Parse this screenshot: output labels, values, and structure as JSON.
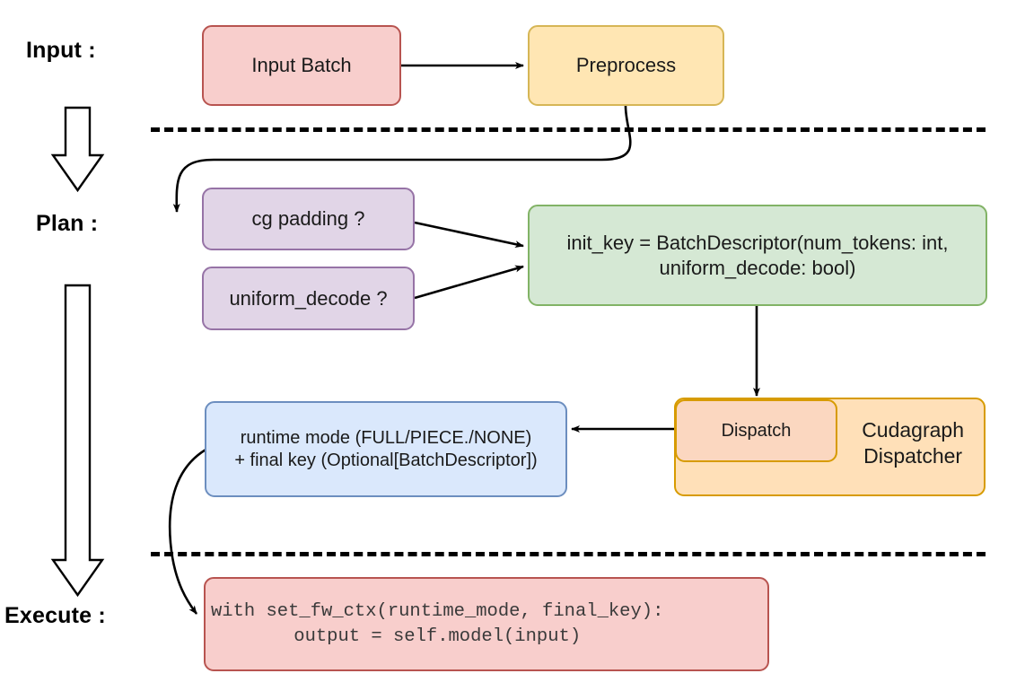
{
  "diagram": {
    "title": "vLLM cudagraph dispatch pipeline",
    "stages": [
      {
        "id": "input",
        "label": "Input :"
      },
      {
        "id": "plan",
        "label": "Plan :"
      },
      {
        "id": "execute",
        "label": "Execute :"
      }
    ],
    "nodes": {
      "input_batch": {
        "label": "Input Batch",
        "fill": "#f8cecc",
        "stroke": "#b85450"
      },
      "preprocess": {
        "label": "Preprocess",
        "fill": "#ffe6b3",
        "stroke": "#d6b656"
      },
      "cg_padding": {
        "label": "cg padding ?",
        "fill": "#e1d5e7",
        "stroke": "#9673a6"
      },
      "uniform_decode": {
        "label": "uniform_decode ?",
        "fill": "#e1d5e7",
        "stroke": "#9673a6"
      },
      "init_key": {
        "label": "init_key = BatchDescriptor(num_tokens: int,\nuniform_decode: bool)",
        "fill": "#d5e8d4",
        "stroke": "#82b366"
      },
      "runtime_mode": {
        "label": "runtime mode (FULL/PIECE./NONE)\n+ final key (Optional[BatchDescriptor])",
        "fill": "#dae8fc",
        "stroke": "#6c8ebf"
      },
      "cudagraph_dispatcher": {
        "label": "Cudagraph\nDispatcher",
        "fill": "#ffe0b8",
        "stroke": "#d79b00"
      },
      "dispatch": {
        "label": "Dispatch",
        "fill": "#fbd7c0",
        "stroke": "#d79b00"
      },
      "code": {
        "label": "with set_fw_ctx(runtime_mode, final_key):\n    output = self.model(input)",
        "fill": "#f8cecc",
        "stroke": "#b85450"
      }
    },
    "edges": [
      {
        "id": "input-to-preprocess",
        "from": "input_batch",
        "to": "preprocess",
        "style": "straight-arrow"
      },
      {
        "id": "preprocess-to-cg-padding",
        "from": "preprocess",
        "to": "cg_padding",
        "style": "curved-arrow"
      },
      {
        "id": "cg-padding-to-init-key",
        "from": "cg_padding",
        "to": "init_key",
        "style": "straight-arrow"
      },
      {
        "id": "uniform-decode-to-init-key",
        "from": "uniform_decode",
        "to": "init_key",
        "style": "straight-arrow"
      },
      {
        "id": "init-key-to-dispatch",
        "from": "init_key",
        "to": "dispatch",
        "style": "straight-arrow"
      },
      {
        "id": "dispatch-to-runtime-mode",
        "from": "dispatch",
        "to": "runtime_mode",
        "style": "straight-arrow"
      },
      {
        "id": "runtime-mode-to-code",
        "from": "runtime_mode",
        "to": "code",
        "style": "curved-arrow"
      }
    ],
    "separators": [
      {
        "id": "input-plan-divider",
        "style": "dashed"
      },
      {
        "id": "plan-execute-divider",
        "style": "dashed"
      }
    ],
    "flow_arrows": [
      {
        "id": "input-to-plan-block-arrow",
        "direction": "down",
        "style": "hollow-block"
      },
      {
        "id": "plan-to-execute-block-arrow",
        "direction": "down",
        "style": "hollow-block"
      }
    ],
    "colors": {
      "line": "#000000",
      "background": "#ffffff",
      "text": "#1a1a1a"
    }
  }
}
